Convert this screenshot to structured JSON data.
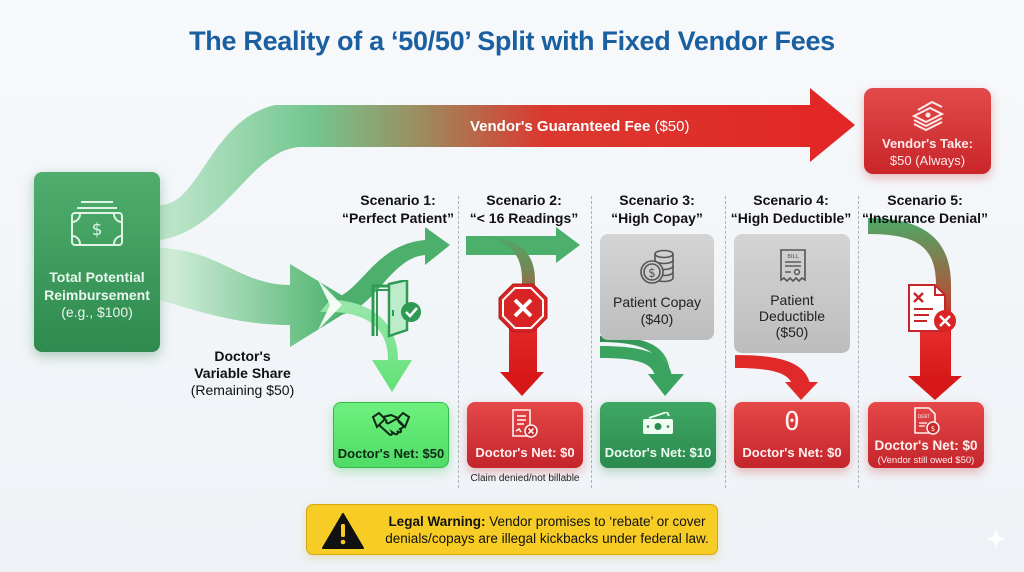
{
  "title": "The Reality of a ‘50/50’ Split with Fixed Vendor Fees",
  "colors": {
    "title_blue": "#1a5fa0",
    "green_flow": "#4cbf6f",
    "red_flow": "#e01c1c",
    "green_card": "#2e8a4e",
    "light_green_card": "#5fe874",
    "red_card": "#c9262a",
    "gray_box": "#c8c8c8",
    "warning_yellow": "#f7cd25"
  },
  "source": {
    "icon": "money-bill-icon",
    "label_line1": "Total Potential",
    "label_line2": "Reimbursement",
    "amount": "(e.g., $100)"
  },
  "vendor_flow": {
    "label": "Vendor's Guaranteed Fee",
    "amount": "($50)"
  },
  "vendor_take": {
    "icon": "cash-stack-icon",
    "label": "Vendor's Take:",
    "amount": "$50 (Always)"
  },
  "doctor_share": {
    "line1": "Doctor's",
    "line2": "Variable Share",
    "line3": "(Remaining $50)"
  },
  "scenarios": [
    {
      "number": "Scenario 1:",
      "name": "“Perfect Patient”",
      "flow_icon": "door-check-icon",
      "outcome_icon": "handshake-icon",
      "net": "Doctor's Net: $50",
      "status": "positive"
    },
    {
      "number": "Scenario 2:",
      "name": "“< 16 Readings”",
      "flow_icon": "stop-sign-x-icon",
      "outcome_icon": "denied-document-icon",
      "net": "Doctor's Net: $0",
      "note": "Claim denied/not billable",
      "status": "negative"
    },
    {
      "number": "Scenario 3:",
      "name": "“High Copay”",
      "deduction_icon": "coins-icon",
      "deduction_label": "Patient Copay",
      "deduction_amount": "($40)",
      "outcome_icon": "cash-icon",
      "net": "Doctor's Net: $10",
      "status": "partial"
    },
    {
      "number": "Scenario 4:",
      "name": "“High Deductible”",
      "deduction_icon": "bill-receipt-icon",
      "deduction_icon_text": "BILL",
      "deduction_label_line1": "Patient",
      "deduction_label_line2": "Deductible",
      "deduction_amount": "($50)",
      "outcome_icon": "zero-icon",
      "outcome_glyph": "0",
      "net": "Doctor's Net: $0",
      "status": "negative"
    },
    {
      "number": "Scenario 5:",
      "name": "“Insurance Denial”",
      "flow_icon": "rejected-document-icon",
      "outcome_icon": "debt-document-icon",
      "outcome_icon_text": "DEBT",
      "net": "Doctor's Net: $0",
      "sub": "(Vendor still owed $50)",
      "status": "negative"
    }
  ],
  "warning": {
    "icon": "warning-triangle-icon",
    "bold": "Legal Warning:",
    "text": " Vendor promises to ‘rebate’ or cover denials/copays are illegal kickbacks under federal law."
  }
}
